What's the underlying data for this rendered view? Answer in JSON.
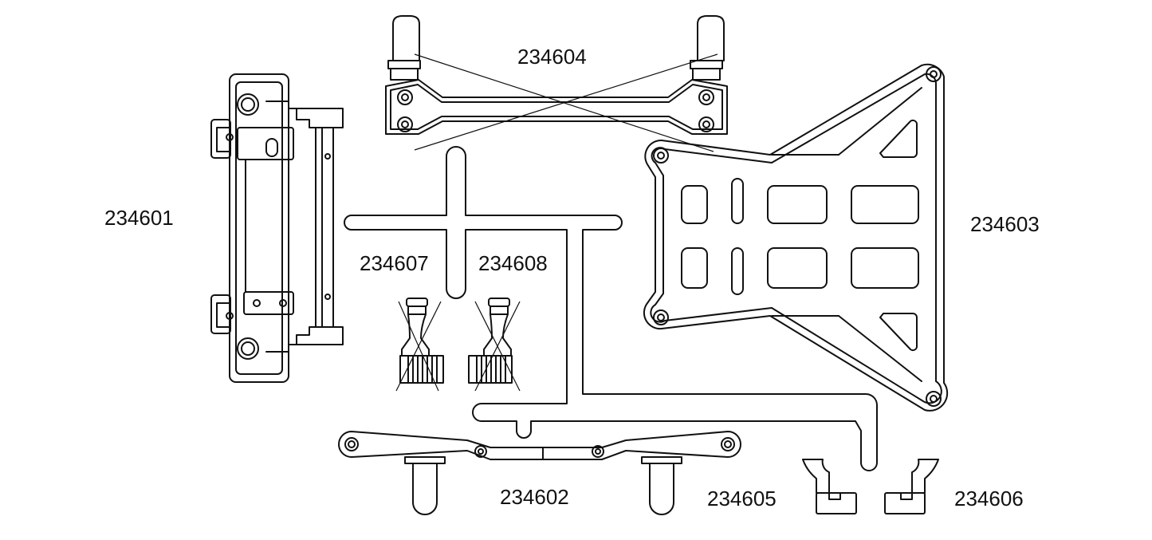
{
  "diagram": {
    "parts": [
      {
        "id": "part-234601",
        "label": "234601"
      },
      {
        "id": "part-234602",
        "label": "234602"
      },
      {
        "id": "part-234603",
        "label": "234603"
      },
      {
        "id": "part-234604",
        "label": "234604"
      },
      {
        "id": "part-234605",
        "label": "234605"
      },
      {
        "id": "part-234606",
        "label": "234606"
      },
      {
        "id": "part-234607",
        "label": "234607"
      },
      {
        "id": "part-234608",
        "label": "234608"
      }
    ],
    "colors": {
      "line": "#111111",
      "background": "#ffffff"
    }
  }
}
